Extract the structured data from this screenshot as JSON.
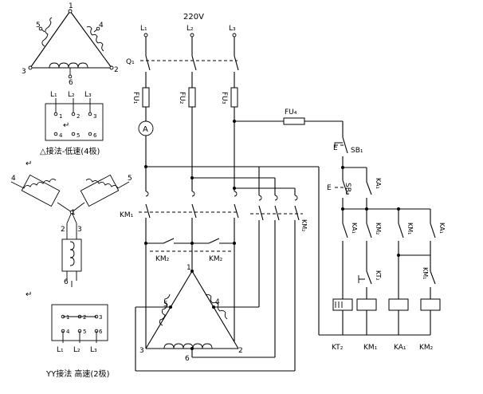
{
  "supply": {
    "voltage": "220V",
    "L1": "L₁",
    "L2": "L₂",
    "L3": "L₃"
  },
  "switch": {
    "Q1": "Q₁"
  },
  "fuses": {
    "FU1": "FU₁",
    "FU2": "FU₂",
    "FU3": "FU₃",
    "FU4": "FU₄"
  },
  "meter": {
    "ammeter": "A"
  },
  "contactors": {
    "KM1": "KM₁",
    "KM2": "KM₂"
  },
  "relays": {
    "KT2": "KT₂",
    "KA1": "KA₁"
  },
  "buttons": {
    "SB1": "SB₁",
    "SB2": "SB₂"
  },
  "corner_mark": "↵",
  "delta_view": {
    "vertex_nums": {
      "top": "1",
      "bottom_left": "3",
      "bottom_right": "2"
    },
    "mid_nums": {
      "left": "5",
      "right": "4",
      "bottom": "6"
    },
    "terminal_box": {
      "top_labels": [
        "L₁",
        "L₂",
        "L₃"
      ],
      "row1": [
        "1",
        "2",
        "3"
      ],
      "row2": [
        "4",
        "5",
        "6"
      ]
    },
    "caption": "△接法-低速(4极)"
  },
  "yy_view": {
    "nums": {
      "left": "4",
      "right": "5",
      "center": "1",
      "n2": "2",
      "n3": "3",
      "bottom": "6"
    },
    "terminal_box": {
      "row1": [
        "1",
        "2",
        "3"
      ],
      "row2": [
        "4",
        "5",
        "6"
      ],
      "bottom_labels": [
        "L₁",
        "L₂",
        "L₃"
      ]
    },
    "caption": "YY接法 高速(2极)"
  },
  "motor": {
    "n1": "1",
    "n2": "2",
    "n3": "3",
    "n4": "4",
    "n5": "5",
    "n6": "6"
  }
}
